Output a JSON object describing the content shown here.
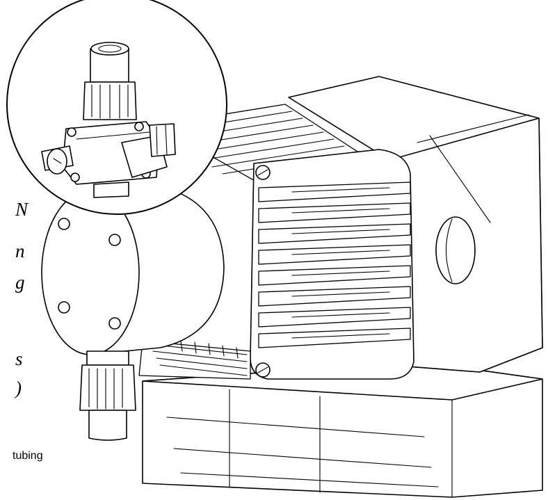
{
  "cropped_text": {
    "lines": [
      "N",
      "n",
      "g",
      "s",
      ")"
    ]
  },
  "tubing_label": "tubing"
}
